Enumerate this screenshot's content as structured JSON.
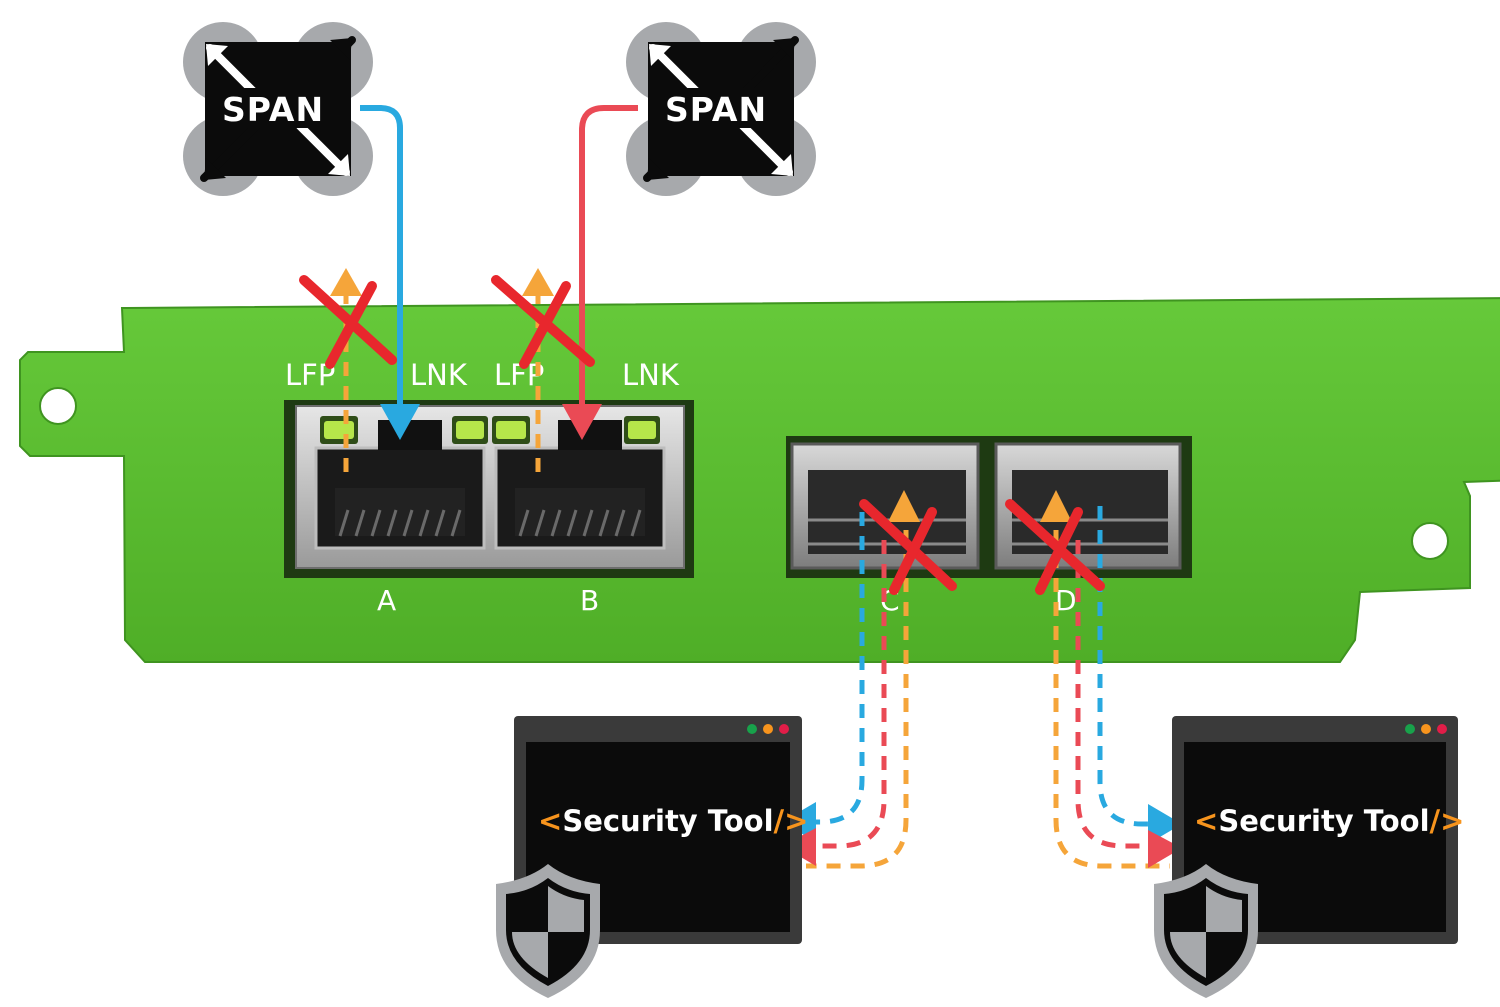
{
  "span_taps": [
    {
      "label": "SPAN",
      "line_color": "#29a9e0"
    },
    {
      "label": "SPAN",
      "line_color": "#ea4a55"
    }
  ],
  "led_labels": {
    "lfp_a": "LFP",
    "lnk_a": "LNK",
    "lfp_b": "LFP",
    "lnk_b": "LNK"
  },
  "port_labels": {
    "a": "A",
    "b": "B",
    "c": "C",
    "d": "D"
  },
  "security_tools": [
    {
      "open": "<",
      "label": "Security Tool",
      "close": "/>"
    },
    {
      "open": "<",
      "label": "Security Tool",
      "close": "/>"
    }
  ],
  "colors": {
    "panel_green": "#5cc02e",
    "link_blue": "#29a9e0",
    "link_red": "#ea4a55",
    "link_orange": "#f5a53a",
    "cross_red": "#e8272d",
    "window_black": "#0b0b0b",
    "window_frame": "#3a3a3a",
    "tool_orange": "#f7941d",
    "dot_green": "#18a24b",
    "dot_orange": "#f7941d",
    "dot_pink": "#e11d48"
  },
  "icons": [
    "span-tap-icon",
    "shield-icon",
    "blocked-cross-icon",
    "rj45-port-icon",
    "sfp-cage-icon"
  ]
}
